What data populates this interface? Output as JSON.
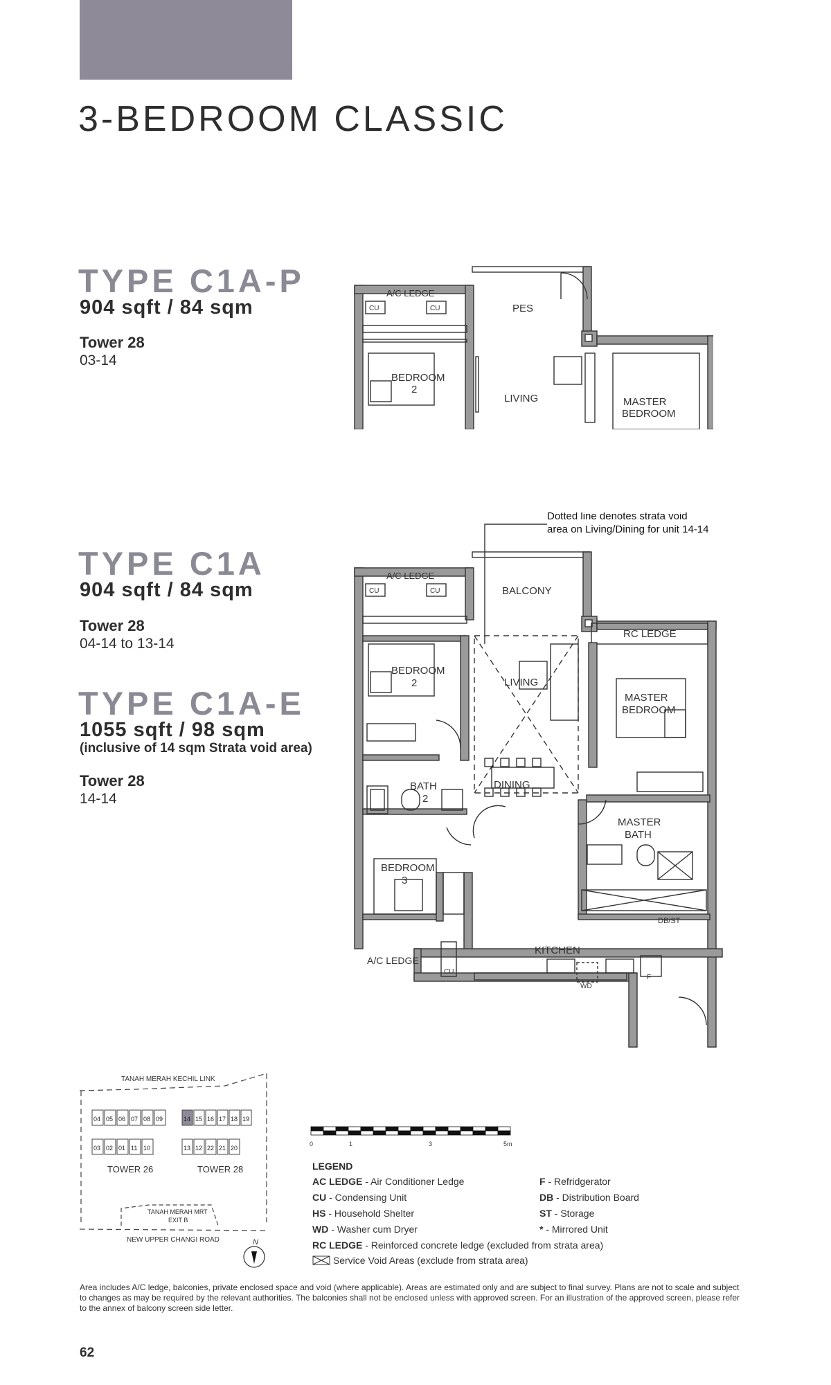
{
  "page_title": "3-BEDROOM CLASSIC",
  "types": [
    {
      "name": "TYPE C1A-P",
      "area": "904 sqft / 84 sqm",
      "tower": "Tower 28",
      "units": "03-14"
    },
    {
      "name": "TYPE C1A",
      "area": "904 sqft / 84 sqm",
      "tower": "Tower 28",
      "units": "04-14 to 13-14"
    },
    {
      "name": "TYPE C1A-E",
      "area": "1055 sqft / 98 sqm",
      "note": "(inclusive of 14 sqm Strata void area)",
      "tower": "Tower 28",
      "units": "14-14"
    }
  ],
  "plan_top": {
    "ac_ledge": "A/C LEDGE",
    "cu1": "CU",
    "cu2": "CU",
    "pes": "PES",
    "bedroom2": "BEDROOM",
    "bedroom2_num": "2",
    "living": "LIVING",
    "master": "MASTER",
    "master2": "BEDROOM"
  },
  "plan_main": {
    "note1": "Dotted line denotes strata void",
    "note2": "area on Living/Dining for unit 14-14",
    "ac_ledge": "A/C LEDGE",
    "cu1": "CU",
    "cu2": "CU",
    "balcony": "BALCONY",
    "rc_ledge": "RC LEDGE",
    "bedroom2": "BEDROOM",
    "bedroom2_num": "2",
    "living": "LIVING",
    "master": "MASTER",
    "master2": "BEDROOM",
    "bath": "BATH",
    "bath_num": "2",
    "dining": "DINING",
    "master_bath": "MASTER",
    "master_bath2": "BATH",
    "bedroom3": "BEDROOM",
    "bedroom3_num": "3",
    "dbst": "DB/ST",
    "kitchen": "KITCHEN",
    "ac_ledge2": "A/C LEDGE",
    "cu3": "CU",
    "wd": "WD",
    "f": "F"
  },
  "site_plan": {
    "road_top": "TANAH MERAH KECHIL LINK",
    "t26_top": [
      "04",
      "05",
      "06",
      "07",
      "08",
      "09"
    ],
    "t26_bottom": [
      "03",
      "02",
      "01",
      "11",
      "10"
    ],
    "t28_top": [
      "14",
      "15",
      "16",
      "17",
      "18",
      "19"
    ],
    "t28_bottom": [
      "13",
      "12",
      "22",
      "21",
      "20"
    ],
    "tower26": "TOWER 26",
    "tower28": "TOWER 28",
    "mrt1": "TANAH MERAH MRT",
    "mrt2": "EXIT B",
    "road_bottom": "NEW UPPER CHANGI ROAD",
    "north": "N",
    "highlight_color": "#8e8a98"
  },
  "scale_bar": {
    "labels": [
      "0",
      "1",
      "3",
      "5m"
    ]
  },
  "legend": {
    "title": "LEGEND",
    "left": [
      {
        "abbr": "AC LEDGE",
        "desc": " - Air Conditioner Ledge"
      },
      {
        "abbr": "CU",
        "desc": " - Condensing Unit"
      },
      {
        "abbr": "HS",
        "desc": " - Household Shelter"
      },
      {
        "abbr": "WD",
        "desc": " - Washer cum Dryer"
      },
      {
        "abbr": "RC LEDGE",
        "desc": " - Reinforced concrete ledge (excluded from strata area)"
      }
    ],
    "right": [
      {
        "abbr": "F",
        "desc": " - Refridgerator"
      },
      {
        "abbr": "DB",
        "desc": " - Distribution Board"
      },
      {
        "abbr": "ST",
        "desc": " - Storage"
      },
      {
        "abbr": "*",
        "desc": " - Mirrored Unit"
      }
    ],
    "void_text": "Service Void Areas (exclude from strata area)"
  },
  "footnote": "Area includes A/C ledge, balconies, private enclosed space and void (where applicable). Areas are estimated only and are subject to final survey. Plans are not to scale and subject to changes as may be required by the relevant authorities. The balconies shall not be enclosed unless with approved screen. For an illustration of the approved screen, please refer to the annex of balcony screen side letter.",
  "page_number": "62",
  "colors": {
    "accent": "#8e8a98",
    "wall": "#9a9a9a",
    "type_heading": "#8a8a95"
  }
}
